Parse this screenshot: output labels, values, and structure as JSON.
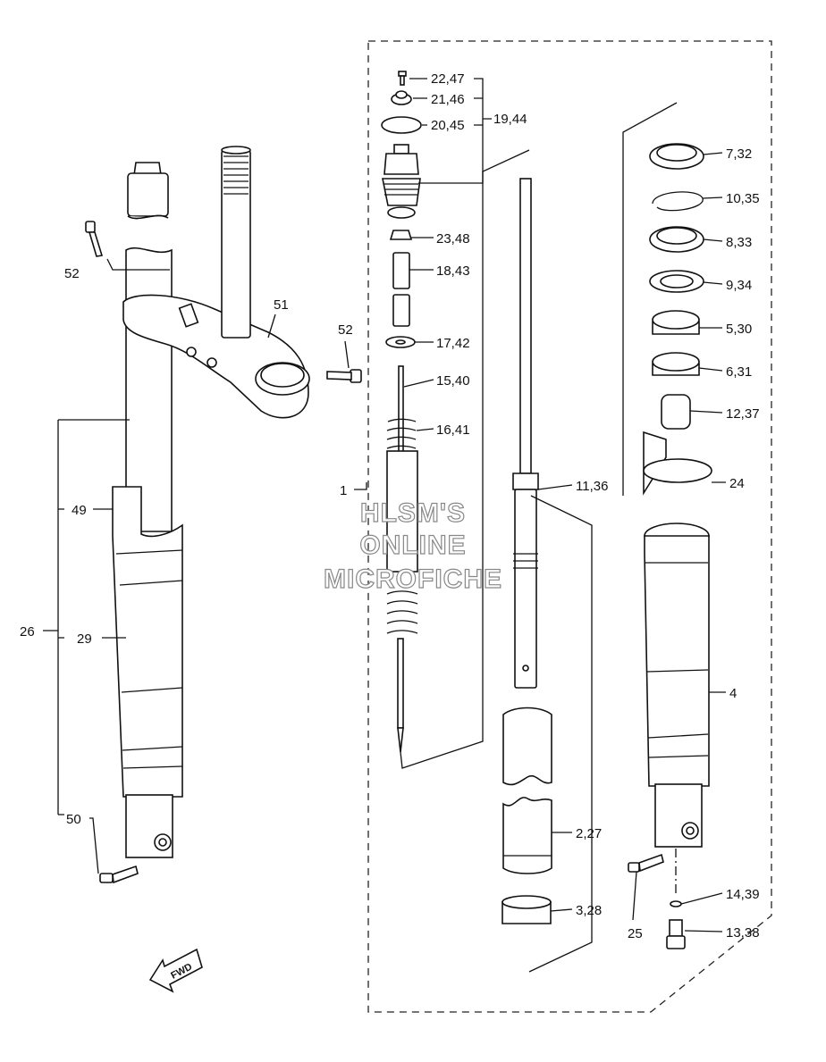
{
  "watermark": {
    "line1": "HLSM'S",
    "line2": "ONLINE",
    "line3": "MICROFICHE"
  },
  "fwd_label": "FWD",
  "labels": {
    "l_22_47": "22,47",
    "l_21_46": "21,46",
    "l_20_45": "20,45",
    "l_19_44": "19,44",
    "l_23_48": "23,48",
    "l_18_43": "18,43",
    "l_17_42": "17,42",
    "l_15_40": "15,40",
    "l_16_41": "16,41",
    "l_1": "1",
    "l_11_36": "11,36",
    "l_2_27": "2,27",
    "l_3_28": "3,28",
    "l_7_32": "7,32",
    "l_10_35": "10,35",
    "l_8_33": "8,33",
    "l_9_34": "9,34",
    "l_5_30": "5,30",
    "l_6_31": "6,31",
    "l_12_37": "12,37",
    "l_24": "24",
    "l_4": "4",
    "l_14_39": "14,39",
    "l_13_38": "13,38",
    "l_25": "25",
    "l_52a": "52",
    "l_52b": "52",
    "l_51": "51",
    "l_49": "49",
    "l_26": "26",
    "l_29": "29",
    "l_50": "50"
  }
}
